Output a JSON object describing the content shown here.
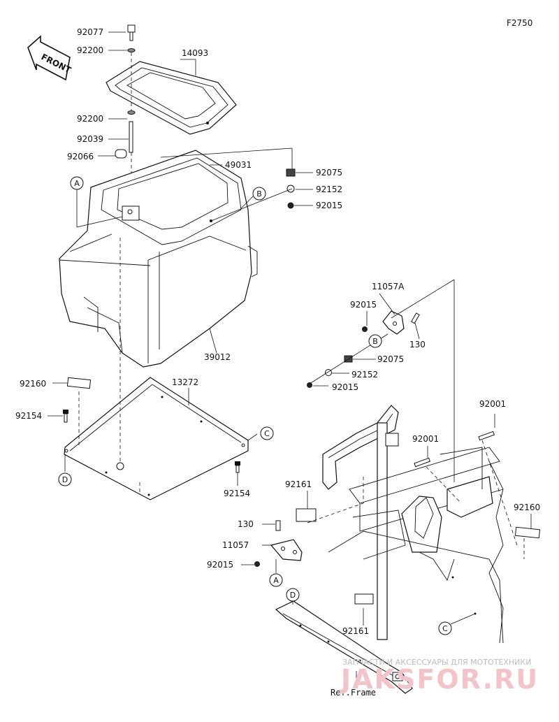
{
  "figure_code": "F2750",
  "front_label": "FRONT",
  "part_numbers": {
    "p92077": "92077",
    "p92200_top": "92200",
    "p14093": "14093",
    "p92200_mid": "92200",
    "p92039": "92039",
    "p92066": "92066",
    "p49031": "49031",
    "p92075_top": "92075",
    "p92152_top": "92152",
    "p92015_top": "92015",
    "p39012": "39012",
    "p11057A": "11057A",
    "p92015_b": "92015",
    "p130_b": "130",
    "p92075_mid": "92075",
    "p92152_mid": "92152",
    "p92015_mid": "92015",
    "p92160_left": "92160",
    "p13272": "13272",
    "p92154_left": "92154",
    "p92154_bottom": "92154",
    "p92001_right": "92001",
    "p92001_mid": "92001",
    "p92161_left": "92161",
    "p92160_right": "92160",
    "p130_a": "130",
    "p11057": "11057",
    "p92015_a": "92015",
    "p92161_bottom": "92161",
    "ref_frame": "Ref.Frame"
  },
  "callouts": {
    "a_top": "A",
    "b_top": "B",
    "b_bracket": "B",
    "c_tray": "C",
    "d_tray": "D",
    "a_bracket": "A",
    "d_frame": "D",
    "c_frame": "C"
  },
  "watermark": {
    "caption": "ЗАПЧАСТИ И АКСЕССУАРЫ ДЛЯ МОТОТЕХНИКИ",
    "logo": "JAKSFOR.RU"
  },
  "colors": {
    "line": "#111111",
    "background": "#ffffff",
    "watermark_logo": "#f2c3c8",
    "watermark_text": "#bdbdbd"
  }
}
